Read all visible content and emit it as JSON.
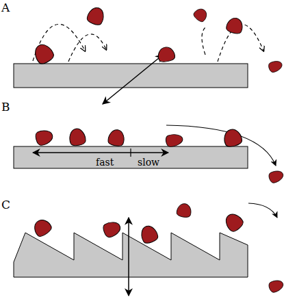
{
  "diagram": {
    "labels": [
      "A",
      "B",
      "C",
      "fast",
      "slow"
    ]
  }
}
